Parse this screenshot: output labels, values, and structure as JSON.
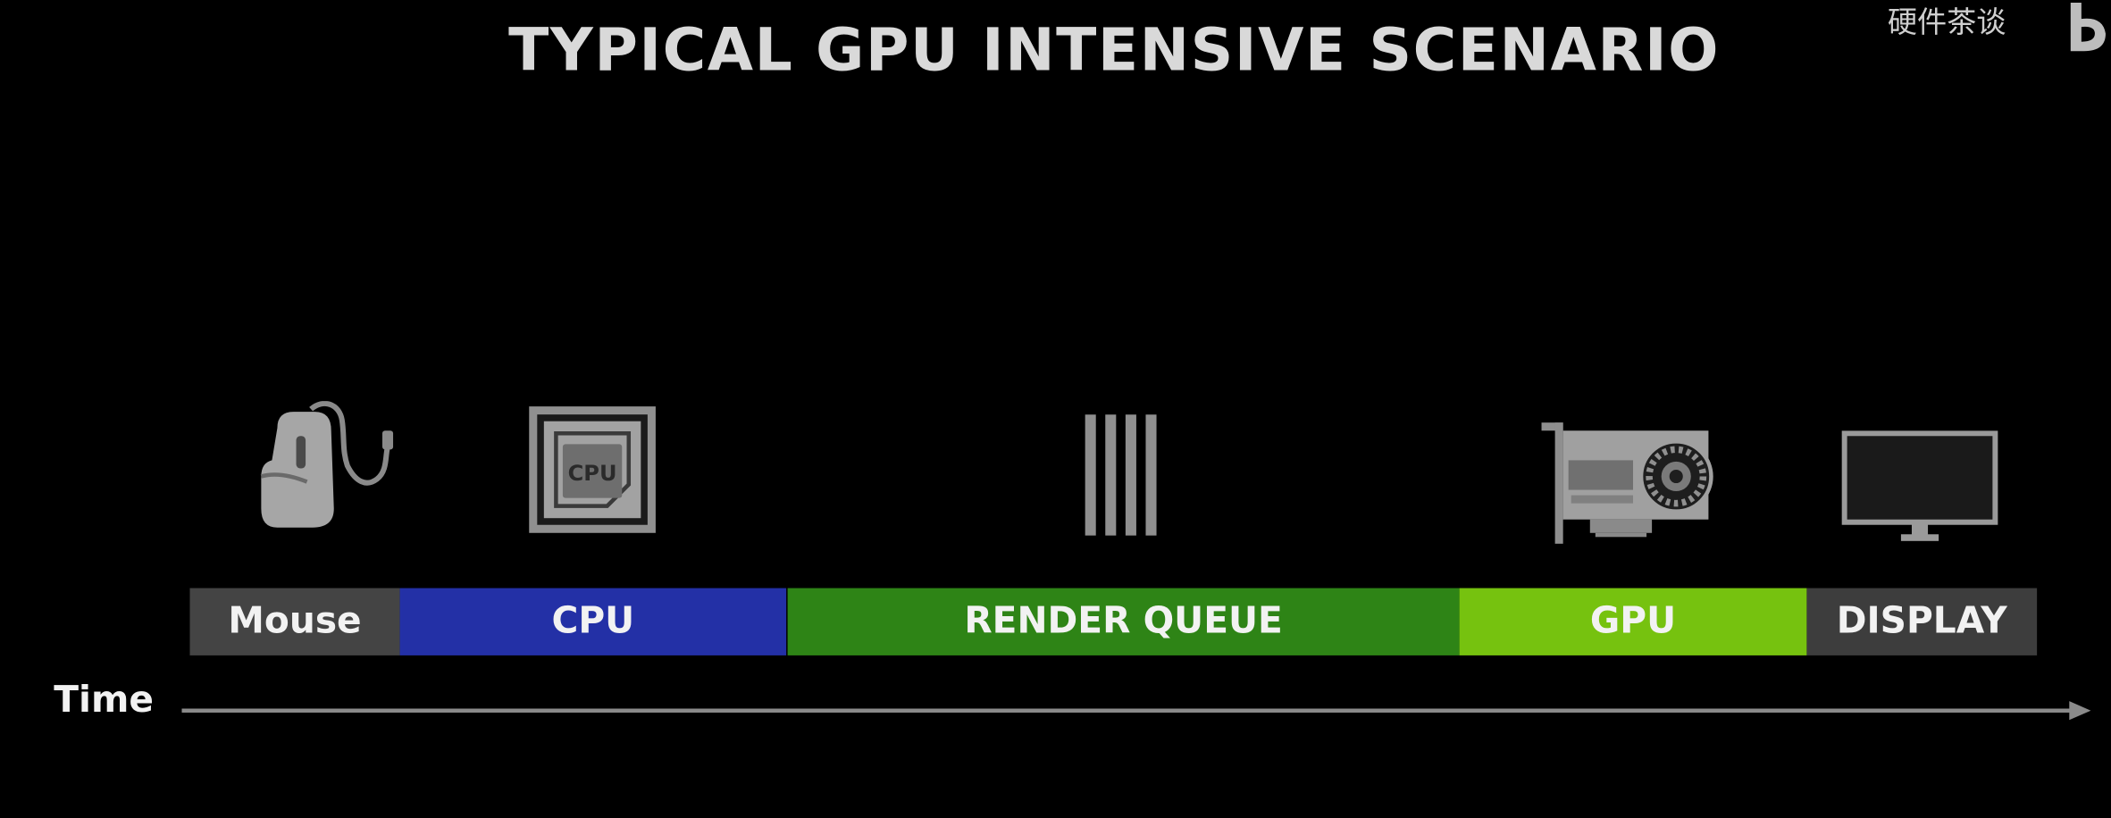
{
  "title": "TYPICAL GPU INTENSIVE SCENARIO",
  "watermark": "硬件茶谈",
  "icons": [
    "mouse-icon",
    "cpu-chip-icon",
    "render-queue-bars-icon",
    "graphics-card-icon",
    "monitor-icon"
  ],
  "cpu_chip_label": "CPU",
  "segments": [
    {
      "label": "Mouse",
      "color": "#444444"
    },
    {
      "label": "CPU",
      "color": "#2330a6"
    },
    {
      "label": "RENDER QUEUE",
      "color": "#2e8416"
    },
    {
      "label": "GPU",
      "color": "#76c20f"
    },
    {
      "label": "DISPLAY",
      "color": "#3d3d3d"
    }
  ],
  "time_label": "Time"
}
